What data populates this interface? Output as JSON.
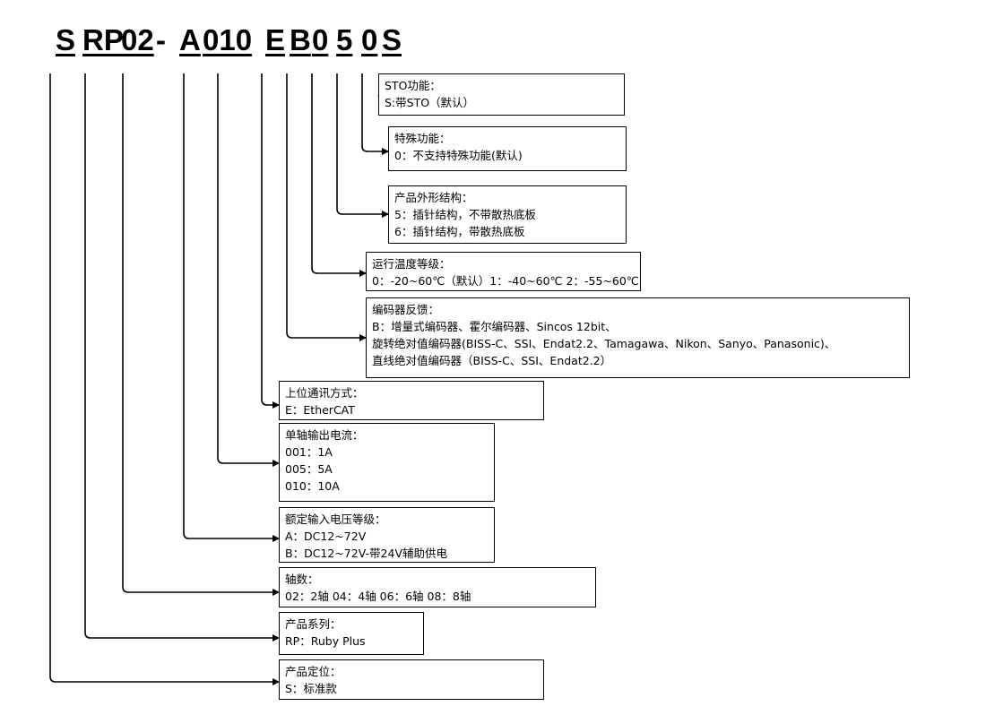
{
  "code": {
    "segments": [
      {
        "text": "S",
        "underline": true
      },
      {
        "text": "RP",
        "underline": true
      },
      {
        "text": "02",
        "underline": true
      },
      {
        "text": "-",
        "underline": false
      },
      {
        "text": "A",
        "underline": true
      },
      {
        "text": "010",
        "underline": true
      },
      {
        "text": "E",
        "underline": true
      },
      {
        "text": "B",
        "underline": true
      },
      {
        "text": "0",
        "underline": true
      },
      {
        "text": "5",
        "underline": true
      },
      {
        "text": "0",
        "underline": true
      },
      {
        "text": "S",
        "underline": true
      }
    ]
  },
  "boxes": [
    {
      "id": "sto",
      "lines": [
        "STO功能：",
        "S:带STO（默认）"
      ]
    },
    {
      "id": "special",
      "lines": [
        "特殊功能：",
        "0：不支持特殊功能(默认)"
      ]
    },
    {
      "id": "shape",
      "lines": [
        "产品外形结构：",
        "5：插针结构，不带散热底板",
        "6：插针结构，带散热底板"
      ]
    },
    {
      "id": "temp",
      "lines": [
        "运行温度等级：",
        "0：-20~60℃（默认）1：-40~60℃ 2：-55~60℃"
      ]
    },
    {
      "id": "encoder",
      "lines": [
        "编码器反馈：",
        "B：增量式编码器、霍尔编码器、Sincos 12bit、",
        "旋转绝对值编码器(BISS-C、SSI、Endat2.2、Tamagawa、Nikon、Sanyo、Panasonic)、",
        "直线绝对值编码器（BISS-C、SSI、Endat2.2）"
      ]
    },
    {
      "id": "comm",
      "lines": [
        "上位通讯方式：",
        "E：EtherCAT"
      ]
    },
    {
      "id": "current",
      "lines": [
        "单轴输出电流：",
        "001：1A",
        "005：5A",
        "010：10A"
      ]
    },
    {
      "id": "voltage",
      "lines": [
        "额定输入电压等级：",
        "A：DC12~72V",
        "B：DC12~72V-带24V辅助供电"
      ]
    },
    {
      "id": "axes",
      "lines": [
        "轴数：",
        "02：2轴  04：4轴   06：6轴   08：8轴"
      ]
    },
    {
      "id": "series",
      "lines": [
        "产品系列：",
        "RP：Ruby Plus"
      ]
    },
    {
      "id": "position",
      "lines": [
        "产品定位：",
        "S：标准款"
      ]
    }
  ]
}
